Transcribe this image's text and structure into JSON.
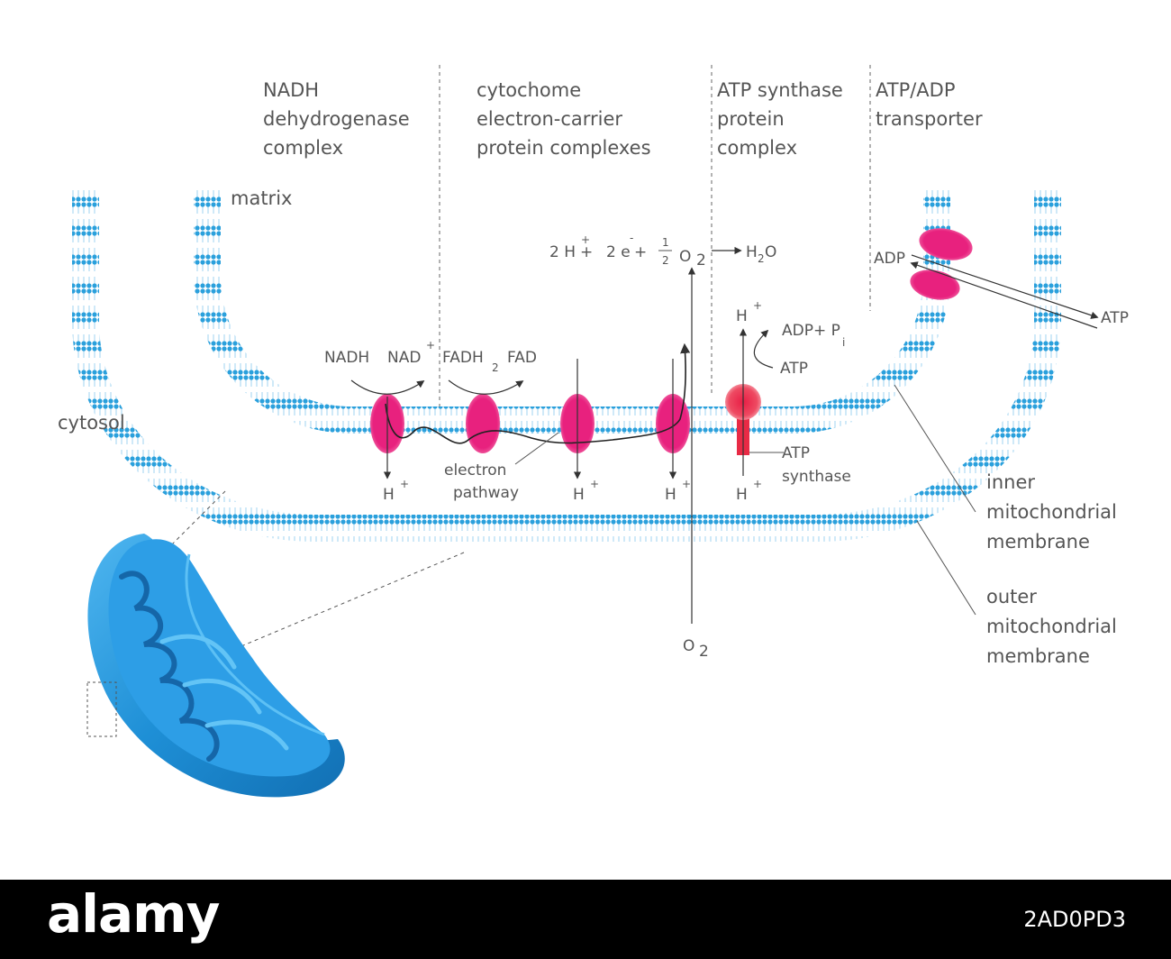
{
  "headers": {
    "nadh_complex": [
      "NADH",
      "dehydrogenase",
      "complex"
    ],
    "cytochrome": [
      "cytochome",
      "electron-carrier",
      "protein complexes"
    ],
    "atp_synthase_complex": [
      "ATP synthase",
      "protein",
      "complex"
    ],
    "transporter": [
      "ATP/ADP",
      "transporter"
    ]
  },
  "regions": {
    "matrix": "matrix",
    "cytosol": "cytosol"
  },
  "membranes": {
    "inner": [
      "inner",
      "mitochondrial",
      "membrane"
    ],
    "outer": [
      "outer",
      "mitochondrial",
      "membrane"
    ]
  },
  "reaction": {
    "h_coef": "2 H",
    "h_charge": "+",
    "plus1": "+",
    "e_coef": "2 e",
    "e_charge": "-",
    "plus2": "+",
    "half_num": "1",
    "half_den": "2",
    "o": "O",
    "o_sub": "2",
    "h2o_h": "H",
    "h2o_sub": "2",
    "h2o_o": "O"
  },
  "labels": {
    "nadh": "NADH",
    "nad": "NAD",
    "nad_charge": "+",
    "fadh": "FADH",
    "fadh_sub": "2",
    "fad": "FAD",
    "electron_pathway": [
      "electron",
      "pathway"
    ],
    "h": "H",
    "h_plus": "+",
    "adp_pi": "ADP+ P",
    "pi_sub": "i",
    "atp": "ATP",
    "atp_synthase": [
      "ATP",
      "synthase"
    ],
    "adp": "ADP",
    "o2": "O",
    "o2_sub": "2"
  },
  "footer": {
    "brand": "alamy",
    "image_id": "2AD0PD3"
  },
  "colors": {
    "membrane": "#2aa0dc",
    "protein": "#e8217e",
    "synthase": "#e82a45",
    "mito": "#1e8fd6",
    "text": "#555555"
  }
}
